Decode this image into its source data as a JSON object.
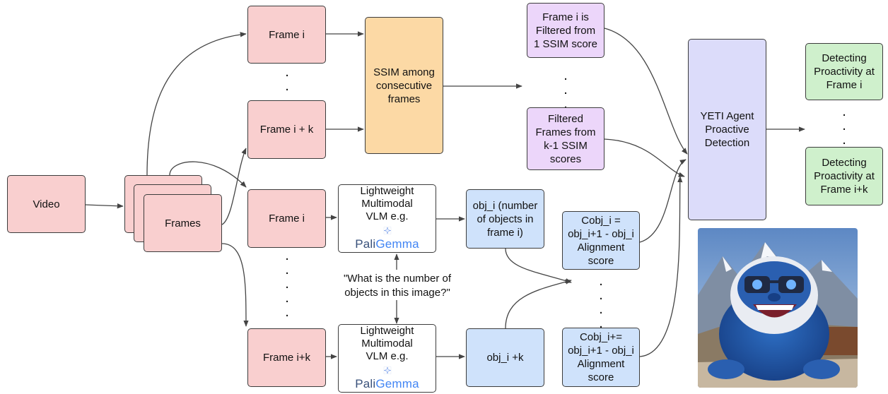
{
  "nodes": {
    "video": "Video",
    "frames": "Frames",
    "frame_i_top": "Frame i",
    "frame_ik_top": "Frame i + k",
    "frame_i_mid": "Frame i",
    "frame_ik_bot": "Frame i+k",
    "ssim": "SSIM among\nconsecutive\nframes",
    "filtered_i": "Frame i is\nFiltered from\n1 SSIM score",
    "filtered_k": "Filtered\nFrames from\nk-1 SSIM\nscores",
    "yeti": "YETI Agent\nProactive\nDetection",
    "detect_i": "Detecting\nProactivity at\nFrame i",
    "detect_ik": "Detecting\nProactivity at\nFrame i+k",
    "vlm_top": "Lightweight Multimodal\nVLM e.g.",
    "vlm_bot": "Lightweight Multimodal\nVLM e.g.",
    "logo_pali": "Pali",
    "logo_gemma": "Gemma",
    "obj_i": "obj_i  (number\nof objects in\nframe i)",
    "obj_ik": "obj_i +k",
    "cobj_i": "Cobj_i =\nobj_i+1 - obj_i\nAlignment\nscore",
    "cobj_ik": "Cobj_i+=\nobj_i+1 - obj_i\nAlignment\nscore",
    "question": "\"What is the number of\nobjects in this image?\""
  },
  "colors": {
    "frame": "#f9cfcf",
    "ssim": "#fcd9a5",
    "filtered": "#ecd6fa",
    "yeti": "#dcdcfa",
    "detect": "#cff0cc",
    "obj": "#cfe2fb",
    "edge": "#3c3c3c"
  },
  "icons": [
    "gemma-sparkle-icon",
    "yeti-illustration"
  ]
}
